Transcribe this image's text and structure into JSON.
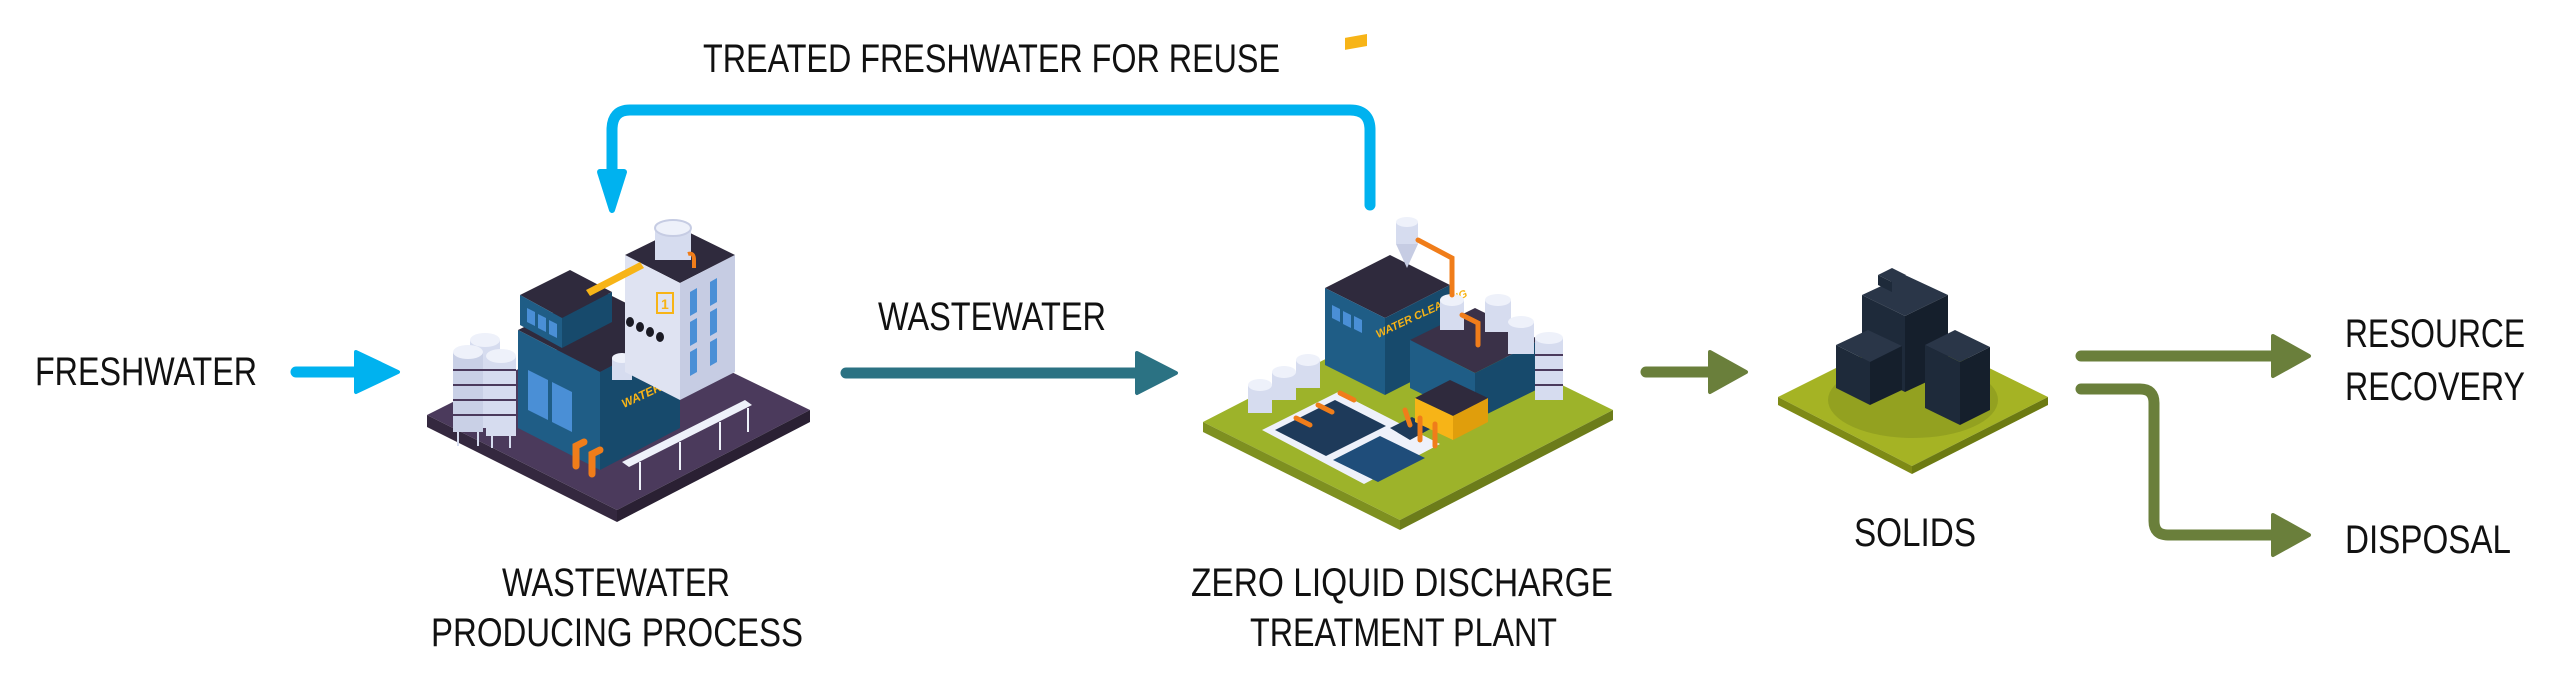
{
  "diagram": {
    "title": "Zero Liquid Discharge process flow",
    "colors": {
      "freshwater_arrow": "#00b2ef",
      "wastewater_arrow": "#2b7283",
      "solids_arrow": "#6a7f3b",
      "base_dark": "#4b3a5c",
      "base_green": "#9db32a",
      "building_blue": "#1f5d86",
      "roof_dark": "#2f2a3d",
      "tank_light": "#d6dcef",
      "pipe_orange": "#f07d1a",
      "accent_yellow": "#f7b417",
      "solids_dark": "#1e2a3a"
    },
    "labels": {
      "freshwater": "FRESHWATER",
      "treated_reuse": "TREATED FRESHWATER FOR REUSE",
      "wastewater_flow": "WASTEWATER",
      "process_line1": "WASTEWATER",
      "process_line2": "PRODUCING PROCESS",
      "plant_line1": "ZERO LIQUID DISCHARGE",
      "plant_line2": "TREATMENT PLANT",
      "solids": "SOLIDS",
      "recovery_line1": "RESOURCE",
      "recovery_line2": "RECOVERY",
      "disposal": "DISPOSAL"
    },
    "building_signs": {
      "process_sign": "WATER CLEANING",
      "plant_sign": "WATER CLEANING",
      "floor_number": "1"
    },
    "nodes": [
      {
        "id": "freshwater",
        "label": "FRESHWATER"
      },
      {
        "id": "process",
        "label": "WASTEWATER PRODUCING PROCESS"
      },
      {
        "id": "plant",
        "label": "ZERO LIQUID DISCHARGE TREATMENT PLANT"
      },
      {
        "id": "solids",
        "label": "SOLIDS"
      },
      {
        "id": "recovery",
        "label": "RESOURCE RECOVERY"
      },
      {
        "id": "disposal",
        "label": "DISPOSAL"
      }
    ],
    "edges": [
      {
        "from": "freshwater",
        "to": "process",
        "label": ""
      },
      {
        "from": "process",
        "to": "plant",
        "label": "WASTEWATER"
      },
      {
        "from": "plant",
        "to": "process",
        "label": "TREATED FRESHWATER FOR REUSE"
      },
      {
        "from": "plant",
        "to": "solids",
        "label": ""
      },
      {
        "from": "solids",
        "to": "recovery",
        "label": ""
      },
      {
        "from": "solids",
        "to": "disposal",
        "label": ""
      }
    ]
  }
}
